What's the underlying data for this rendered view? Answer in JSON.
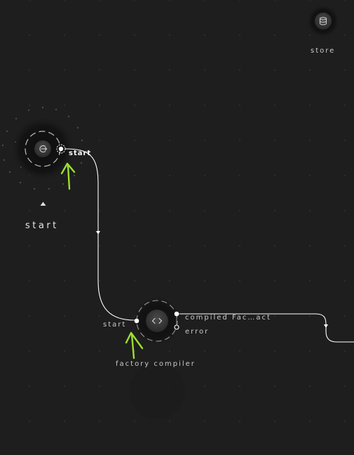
{
  "canvas": {
    "background": "#1e1e1e",
    "grid_dot_color": "#2c2c2c",
    "edge_color": "#ffffff",
    "annotation_color": "#9be02e"
  },
  "nodes": {
    "start_node": {
      "icon": "entry-icon",
      "port_label": "start",
      "title": "start"
    },
    "factory_compiler": {
      "icon": "code-icon",
      "input_label": "start",
      "output_label": "compiled Fac…act",
      "error_label": "error",
      "title": "factory compiler"
    },
    "store": {
      "icon": "database-icon",
      "title": "store"
    }
  }
}
